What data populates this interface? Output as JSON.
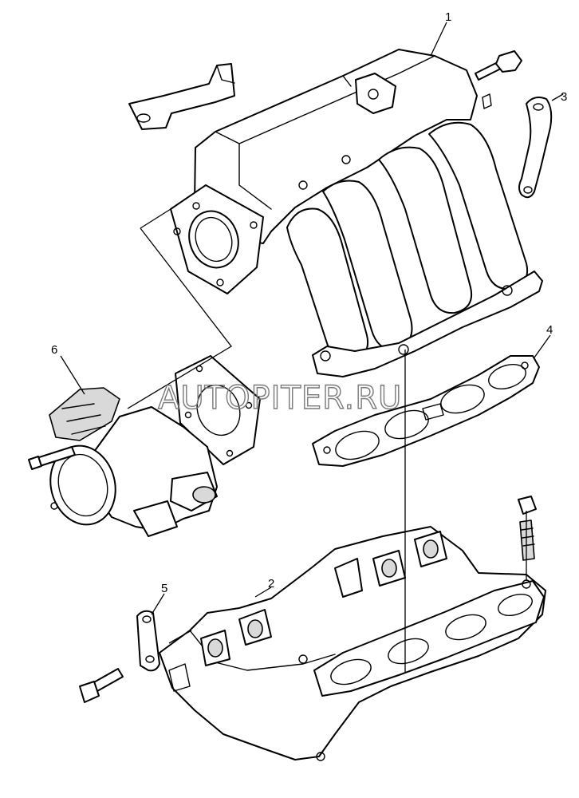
{
  "diagram": {
    "callouts": [
      {
        "id": "1",
        "label": "1",
        "part": "upper intake manifold"
      },
      {
        "id": "2",
        "label": "2",
        "part": "lower intake manifold"
      },
      {
        "id": "3",
        "label": "3",
        "part": "support bracket"
      },
      {
        "id": "4",
        "label": "4",
        "part": "manifold gasket"
      },
      {
        "id": "5",
        "label": "5",
        "part": "bracket"
      },
      {
        "id": "6",
        "label": "6",
        "part": "throttle body"
      }
    ]
  },
  "watermark": {
    "text": "AUTOPITER.RU"
  }
}
